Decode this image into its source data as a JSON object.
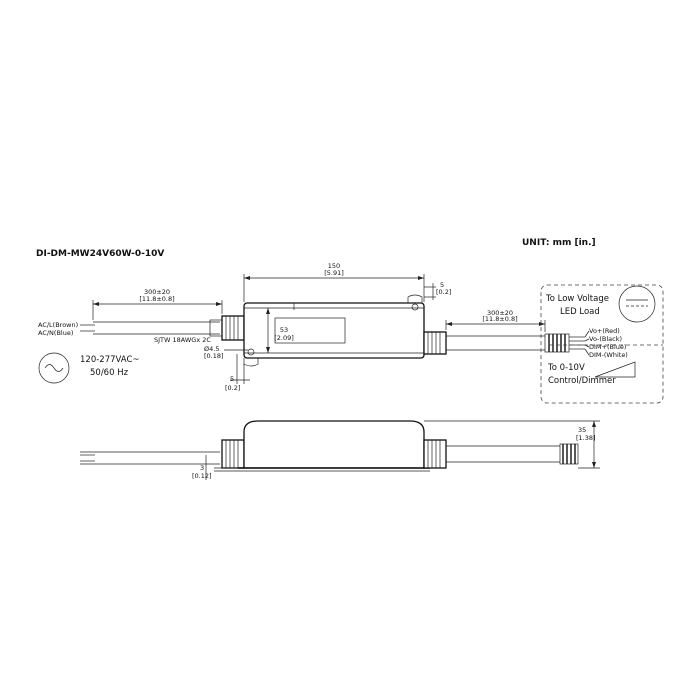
{
  "model": "DI-DM-MW24V60W-0-10V",
  "unit": "UNIT: mm [in.]",
  "top_view": {
    "length_mm": "150",
    "length_in": "[5.91]",
    "width_mm": "53",
    "width_in": "[2.09]",
    "lead_in_mm": "300±20",
    "lead_in_in": "[11.8±0.8]",
    "lead_out_mm": "300±20",
    "lead_out_in": "[11.8±0.8]",
    "tab_mm": "5",
    "tab_in": "[0.2]",
    "hole_mm": "Ø4.5",
    "hole_in": "[0.18]",
    "tab2_mm": "5",
    "tab2_in": "[0.2]",
    "cable_spec": "SJTW 18AWGx 2C",
    "ac_l": "AC/L(Brown)",
    "ac_n": "AC/N(Blue)",
    "input_voltage": "120-277VAC~",
    "input_freq": "50/60 Hz"
  },
  "output": {
    "load_label_1": "To Low Voltage",
    "load_label_2": "LED Load",
    "vo_plus": "Vo+(Red)",
    "vo_minus": "Vo-(Black)",
    "dim_plus": "DIM+(Blue)",
    "dim_minus": "DIM-(White)",
    "dimmer_label_1": "To 0-10V",
    "dimmer_label_2": "Control/Dimmer"
  },
  "side_view": {
    "height_mm": "35",
    "height_in": "[1.38]",
    "flange_mm": "3",
    "flange_in": "[0.12]"
  }
}
